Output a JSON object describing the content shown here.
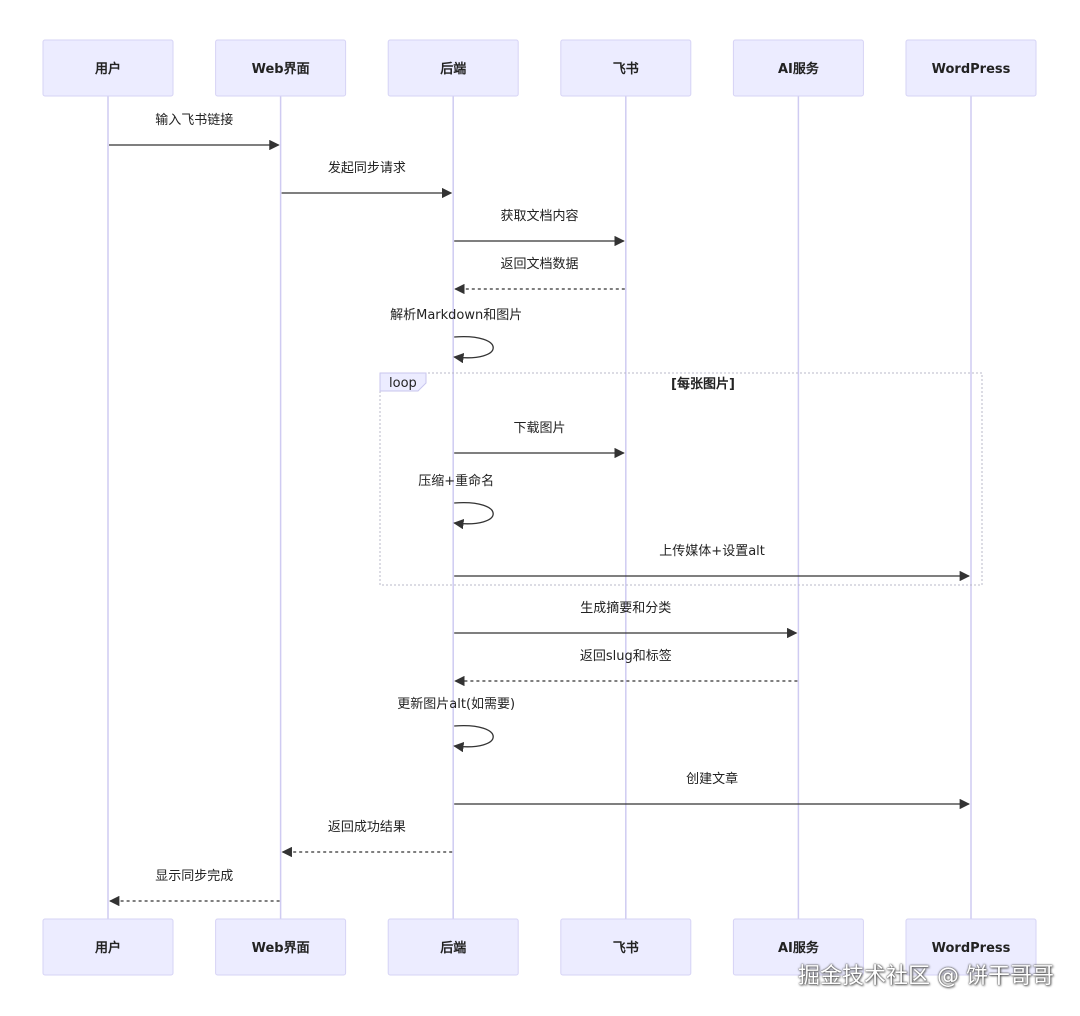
{
  "actors": [
    {
      "id": "user",
      "label": "用户"
    },
    {
      "id": "web",
      "label": "Web界面"
    },
    {
      "id": "backend",
      "label": "后端"
    },
    {
      "id": "feishu",
      "label": "飞书"
    },
    {
      "id": "ai",
      "label": "AI服务"
    },
    {
      "id": "wordpress",
      "label": "WordPress"
    }
  ],
  "messages": [
    {
      "from": "user",
      "to": "web",
      "label": "输入飞书链接",
      "style": "solid"
    },
    {
      "from": "web",
      "to": "backend",
      "label": "发起同步请求",
      "style": "solid"
    },
    {
      "from": "backend",
      "to": "feishu",
      "label": "获取文档内容",
      "style": "solid"
    },
    {
      "from": "feishu",
      "to": "backend",
      "label": "返回文档数据",
      "style": "dashed"
    },
    {
      "from": "backend",
      "to": "backend",
      "label": "解析Markdown和图片",
      "style": "self"
    },
    {
      "from": "backend",
      "to": "feishu",
      "label": "下载图片",
      "style": "solid"
    },
    {
      "from": "backend",
      "to": "backend",
      "label": "压缩+重命名",
      "style": "self"
    },
    {
      "from": "backend",
      "to": "wordpress",
      "label": "上传媒体+设置alt",
      "style": "solid"
    },
    {
      "from": "backend",
      "to": "ai",
      "label": "生成摘要和分类",
      "style": "solid"
    },
    {
      "from": "ai",
      "to": "backend",
      "label": "返回slug和标签",
      "style": "dashed"
    },
    {
      "from": "backend",
      "to": "backend",
      "label": "更新图片alt(如需要)",
      "style": "self"
    },
    {
      "from": "backend",
      "to": "wordpress",
      "label": "创建文章",
      "style": "solid"
    },
    {
      "from": "backend",
      "to": "web",
      "label": "返回成功结果",
      "style": "dashed"
    },
    {
      "from": "web",
      "to": "user",
      "label": "显示同步完成",
      "style": "dashed"
    }
  ],
  "loop": {
    "label": "loop",
    "condition": "[每张图片]",
    "first_message": 5,
    "last_message": 7
  },
  "watermark": "掘金技术社区 @ 饼干哥哥",
  "colors": {
    "actor_fill": "#ECECFF",
    "actor_stroke": "#D6D3F5",
    "lifeline": "#CFCBF2",
    "arrow": "#333333"
  }
}
